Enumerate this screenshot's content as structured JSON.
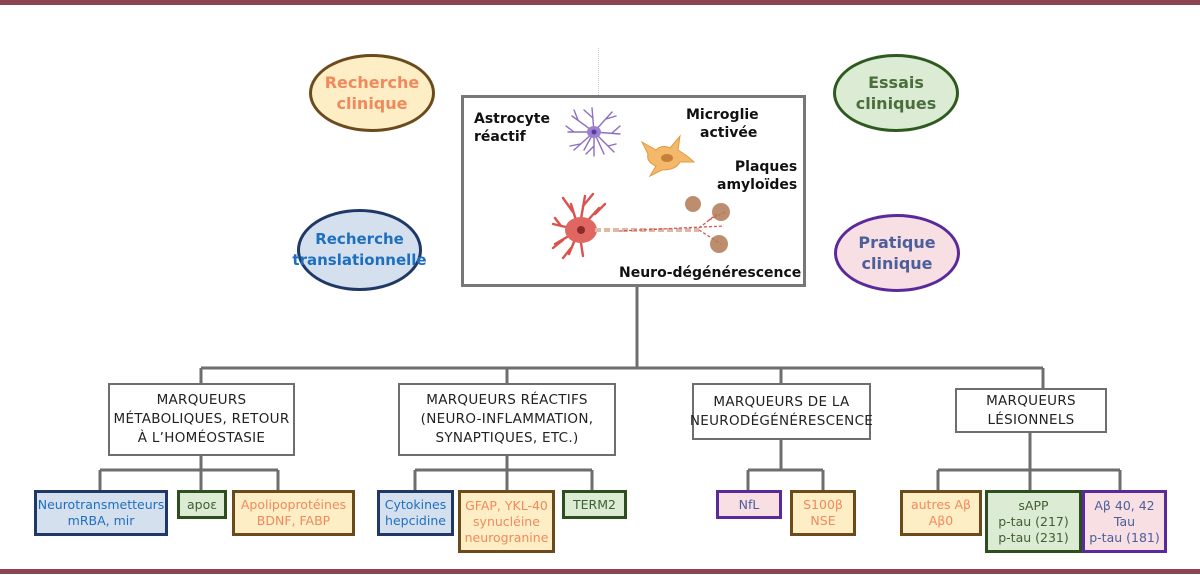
{
  "colors": {
    "frame_bar": "#8c4452",
    "connector": "#6e6e6e",
    "blue": "#1f6fbf",
    "green": "#3f5f33",
    "yellow_text": "#f08a5d",
    "purple_border": "#5b2a9a"
  },
  "context_ellipses": {
    "recherche_clinique": [
      "Recherche",
      "clinique"
    ],
    "recherche_translationnelle": [
      "Recherche",
      "translationnelle"
    ],
    "essais_cliniques": [
      "Essais",
      "cliniques"
    ],
    "pratique_clinique": [
      "Pratique",
      "clinique"
    ]
  },
  "center": {
    "astrocyte": [
      "Astrocyte",
      "réactif"
    ],
    "microglie": [
      "Microglie",
      "activée"
    ],
    "plaques": [
      "Plaques",
      "amyloïdes"
    ],
    "neuro": "Neuro-dégénérescence",
    "icons": [
      "astrocyte-icon",
      "microglia-icon",
      "neuron-icon",
      "amyloid-plaque-icon"
    ]
  },
  "categories": [
    {
      "title": [
        "MARQUEURS",
        "MÉTABOLIQUES, RETOUR",
        "À L’HOMÉOSTASIE"
      ],
      "leaves": [
        {
          "lines": [
            "Neurotransmetteurs",
            "mRBA, mir"
          ],
          "color": "blue"
        },
        {
          "lines": [
            "apoε"
          ],
          "color": "green"
        },
        {
          "lines": [
            "Apolipoprotéines",
            "BDNF, FABP"
          ],
          "color": "yellow"
        }
      ]
    },
    {
      "title": [
        "MARQUEURS RÉACTIFS",
        "(NEURO-INFLAMMATION,",
        "SYNAPTIQUES, ETC.)"
      ],
      "leaves": [
        {
          "lines": [
            "Cytokines",
            "hepcidine"
          ],
          "color": "blue"
        },
        {
          "lines": [
            "GFAP, YKL-40",
            "synucléine",
            "neurogranine"
          ],
          "color": "yellow"
        },
        {
          "lines": [
            "TERM2"
          ],
          "color": "green"
        }
      ]
    },
    {
      "title": [
        "MARQUEURS DE LA",
        "NEURODÉGÉNÉRESCENCE"
      ],
      "leaves": [
        {
          "lines": [
            "NfL"
          ],
          "color": "pink"
        },
        {
          "lines": [
            "S100β",
            "NSE"
          ],
          "color": "yellow"
        }
      ]
    },
    {
      "title": [
        "MARQUEURS",
        "LÉSIONNELS"
      ],
      "leaves": [
        {
          "lines": [
            "autres Aβ",
            "Aβ0"
          ],
          "color": "yellow"
        },
        {
          "lines": [
            "sAPP",
            "p-tau (217)",
            "p-tau (231)"
          ],
          "color": "green"
        },
        {
          "lines": [
            "Aβ 40, 42",
            "Tau",
            "p-tau (181)"
          ],
          "color": "pink"
        }
      ]
    }
  ]
}
